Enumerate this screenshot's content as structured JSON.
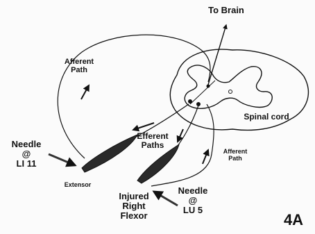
{
  "labels": {
    "to_brain": "To Brain",
    "afferent_path_left": "Afferent\nPath",
    "spinal_cord": "Spinal cord",
    "efferent_paths": "Efferent\nPaths",
    "afferent_path_right": "Afferent\nPath",
    "needle_li11": "Needle\n@\nLI 11",
    "extensor": "Extensor",
    "injured_right_flexor": "Injured\nRight\nFlexor",
    "needle_lu5": "Needle\n@\nLU 5",
    "figure_id": "4A"
  }
}
